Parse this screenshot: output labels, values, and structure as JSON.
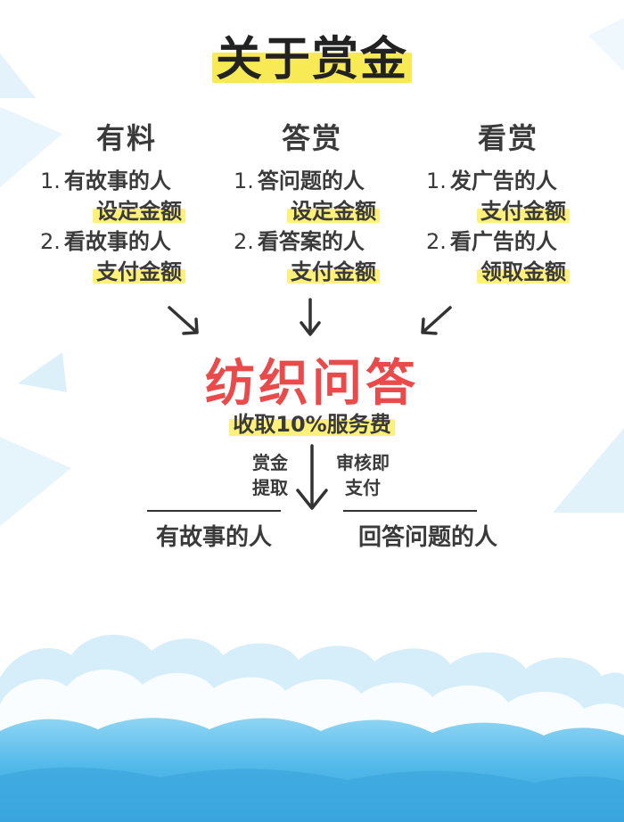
{
  "title": "关于赏金",
  "columns": [
    {
      "title": "有料",
      "line1_num": "1.",
      "line1_text": "有故事的人",
      "line1_action": "设定金额",
      "line2_num": "2.",
      "line2_text": "看故事的人",
      "line2_action": "支付金额"
    },
    {
      "title": "答赏",
      "line1_num": "1.",
      "line1_text": "答问题的人",
      "line1_action": "设定金额",
      "line2_num": "2.",
      "line2_text": "看答案的人",
      "line2_action": "支付金额"
    },
    {
      "title": "看赏",
      "line1_num": "1.",
      "line1_text": "发广告的人",
      "line1_action": "支付金额",
      "line2_num": "2.",
      "line2_text": "看广告的人",
      "line2_action": "领取金额"
    }
  ],
  "center": {
    "title": "纺织问答",
    "fee": "收取10%服务费"
  },
  "flow": {
    "left_label_1": "赏金",
    "left_label_2": "提取",
    "right_label_1": "审核即",
    "right_label_2": "支付",
    "left_target": "有故事的人",
    "right_target": "回答问题的人"
  },
  "colors": {
    "highlight": "#fdf17b",
    "accent_red": "#ea4a4a",
    "text": "#3a3a3a",
    "sky_blue": "#4fb7e8",
    "triangle_blue": "#dff1fb"
  }
}
